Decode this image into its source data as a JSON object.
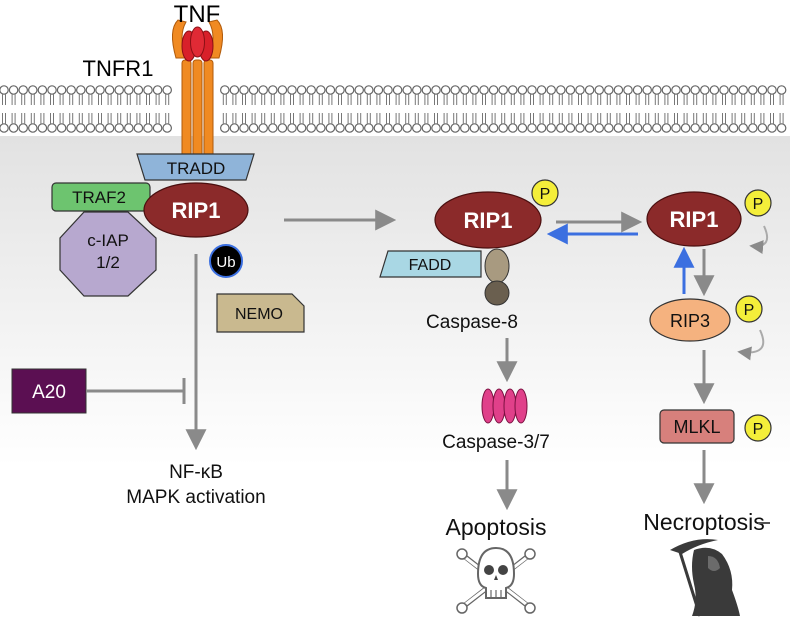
{
  "labels": {
    "tnf": "TNF",
    "tnfr1": "TNFR1",
    "tradd": "TRADD",
    "traf2": "TRAF2",
    "ciap_line1": "c-IAP",
    "ciap_line2": "1/2",
    "rip1_complex1": "RIP1",
    "ub": "Ub",
    "nemo": "NEMO",
    "a20": "A20",
    "nfkb_line1": "NF-κB",
    "nfkb_line2": "MAPK activation",
    "rip1_complex2a": "RIP1",
    "fadd": "FADD",
    "caspase8": "Caspase-8",
    "caspase37": "Caspase-3/7",
    "apoptosis": "Apoptosis",
    "rip1_complex2b": "RIP1",
    "rip3": "RIP3",
    "mlkl": "MLKL",
    "necroptosis": "Necroptosis",
    "phospho": "P"
  },
  "colors": {
    "rip1": "#8b2a2a",
    "tradd": "#8fb4d9",
    "traf2": "#6dc46f",
    "ciap": "#b7a8cf",
    "nemo": "#c9b98f",
    "a20": "#5b0f52",
    "fadd": "#a9d7e4",
    "rip3": "#f5b27f",
    "mlkl": "#d7807c",
    "phospho": "#f4ee3a",
    "ub": "#000000",
    "receptor": "#f08a22",
    "tnf": "#d8202a",
    "arrow_grey": "#8a8a8a",
    "arrow_blue": "#3b6fe0",
    "caspase37": "#e0408a",
    "caspase8": "#a89a80"
  }
}
